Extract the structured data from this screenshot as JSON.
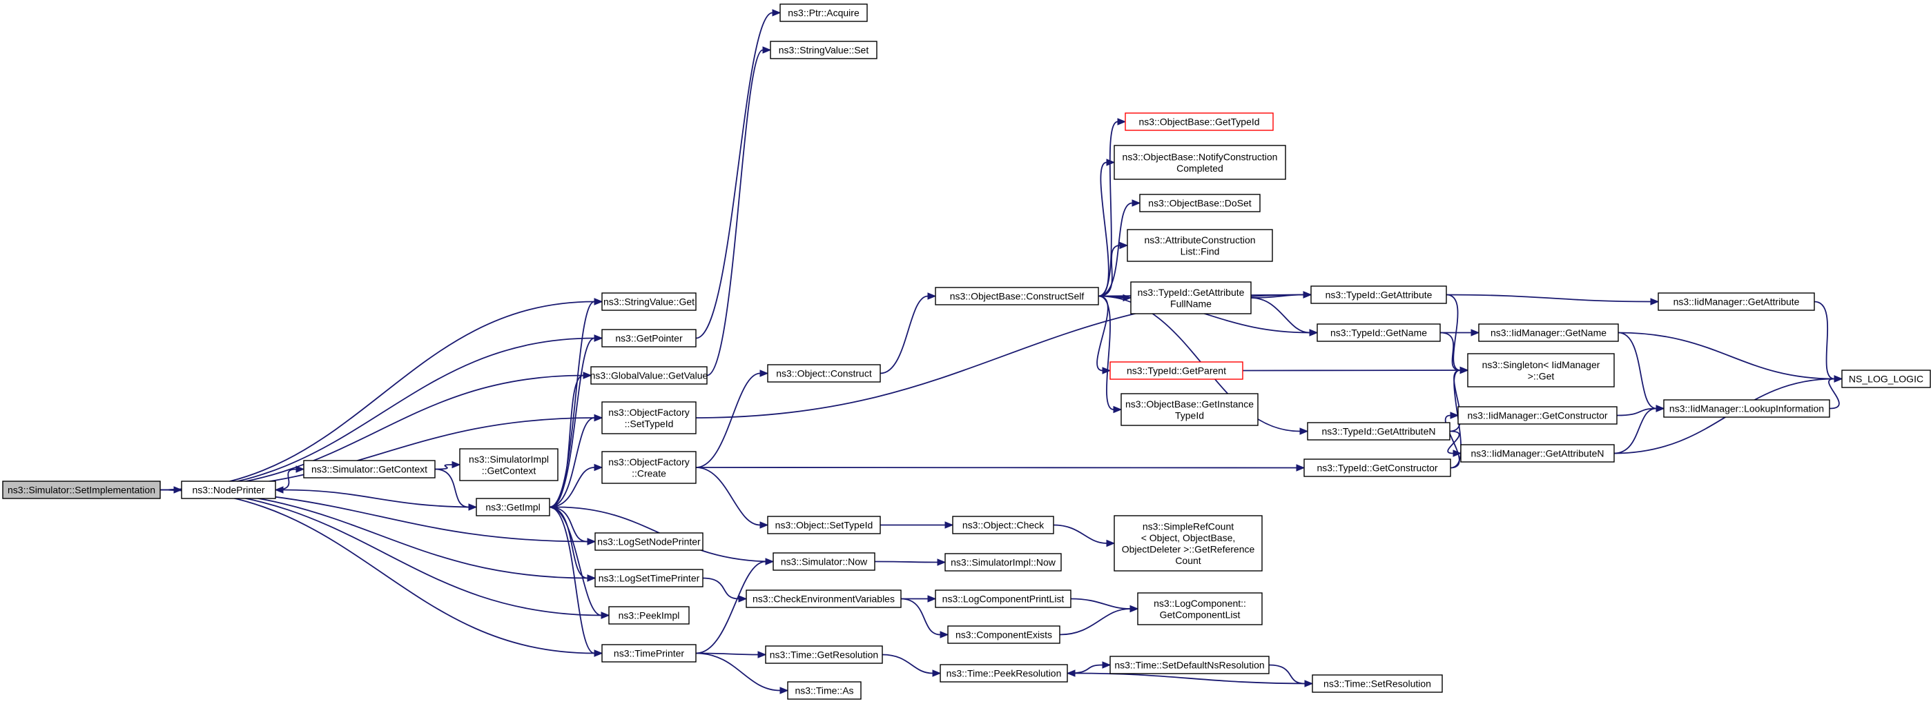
{
  "graph": {
    "edge_color": "#191970",
    "nodes": [
      {
        "id": "root",
        "lines": [
          "ns3::Simulator::SetImplementation"
        ],
        "style": "root"
      },
      {
        "id": "nodeprinter",
        "lines": [
          "ns3::NodePrinter"
        ]
      },
      {
        "id": "sv_get",
        "lines": [
          "ns3::StringValue::Get"
        ]
      },
      {
        "id": "getpointer",
        "lines": [
          "ns3::GetPointer"
        ]
      },
      {
        "id": "gv_getvalue",
        "lines": [
          "ns3::GlobalValue::GetValue"
        ]
      },
      {
        "id": "of_settypeid",
        "lines": [
          "ns3::ObjectFactory",
          "::SetTypeId"
        ]
      },
      {
        "id": "sim_getcontext",
        "lines": [
          "ns3::Simulator::GetContext"
        ]
      },
      {
        "id": "simimpl_getcontext",
        "lines": [
          "ns3::SimulatorImpl",
          "::GetContext"
        ]
      },
      {
        "id": "getimpl",
        "lines": [
          "ns3::GetImpl"
        ]
      },
      {
        "id": "of_create",
        "lines": [
          "ns3::ObjectFactory",
          "::Create"
        ]
      },
      {
        "id": "logsetnodeprinter",
        "lines": [
          "ns3::LogSetNodePrinter"
        ]
      },
      {
        "id": "logsettimeprinter",
        "lines": [
          "ns3::LogSetTimePrinter"
        ]
      },
      {
        "id": "peekimpl",
        "lines": [
          "ns3::PeekImpl"
        ]
      },
      {
        "id": "timeprinter",
        "lines": [
          "ns3::TimePrinter"
        ]
      },
      {
        "id": "ptr_acquire",
        "lines": [
          "ns3::Ptr::Acquire"
        ]
      },
      {
        "id": "sv_set",
        "lines": [
          "ns3::StringValue::Set"
        ]
      },
      {
        "id": "obj_construct",
        "lines": [
          "ns3::Object::Construct"
        ]
      },
      {
        "id": "obj_settypeid",
        "lines": [
          "ns3::Object::SetTypeId"
        ]
      },
      {
        "id": "sim_now",
        "lines": [
          "ns3::Simulator::Now"
        ]
      },
      {
        "id": "checkenv",
        "lines": [
          "ns3::CheckEnvironmentVariables"
        ]
      },
      {
        "id": "time_getres",
        "lines": [
          "ns3::Time::GetResolution"
        ]
      },
      {
        "id": "time_as",
        "lines": [
          "ns3::Time::As"
        ]
      },
      {
        "id": "ob_constructself",
        "lines": [
          "ns3::ObjectBase::ConstructSelf"
        ]
      },
      {
        "id": "obj_check",
        "lines": [
          "ns3::Object::Check"
        ]
      },
      {
        "id": "simimpl_now",
        "lines": [
          "ns3::SimulatorImpl::Now"
        ]
      },
      {
        "id": "logcompprintlist",
        "lines": [
          "ns3::LogComponentPrintList"
        ]
      },
      {
        "id": "componentexists",
        "lines": [
          "ns3::ComponentExists"
        ]
      },
      {
        "id": "time_peekres",
        "lines": [
          "ns3::Time::PeekResolution"
        ]
      },
      {
        "id": "ob_gettypeid",
        "lines": [
          "ns3::ObjectBase::GetTypeId"
        ],
        "style": "red"
      },
      {
        "id": "ob_notify",
        "lines": [
          "ns3::ObjectBase::NotifyConstruction",
          "Completed"
        ]
      },
      {
        "id": "ob_doset",
        "lines": [
          "ns3::ObjectBase::DoSet"
        ]
      },
      {
        "id": "attrconstr_find",
        "lines": [
          "ns3::AttributeConstruction",
          "List::Find"
        ]
      },
      {
        "id": "tid_getattrfullname",
        "lines": [
          "ns3::TypeId::GetAttribute",
          "FullName"
        ]
      },
      {
        "id": "tid_getparent",
        "lines": [
          "ns3::TypeId::GetParent"
        ],
        "style": "red"
      },
      {
        "id": "ob_getinstancetypeid",
        "lines": [
          "ns3::ObjectBase::GetInstance",
          "TypeId"
        ]
      },
      {
        "id": "simplerefcount",
        "lines": [
          "ns3::SimpleRefCount",
          "< Object, ObjectBase,",
          "ObjectDeleter >::GetReference",
          "Count"
        ]
      },
      {
        "id": "logcomp_getlist",
        "lines": [
          "ns3::LogComponent::",
          "GetComponentList"
        ]
      },
      {
        "id": "time_setdefaultns",
        "lines": [
          "ns3::Time::SetDefaultNsResolution"
        ]
      },
      {
        "id": "tid_getattribute",
        "lines": [
          "ns3::TypeId::GetAttribute"
        ]
      },
      {
        "id": "tid_getname",
        "lines": [
          "ns3::TypeId::GetName"
        ]
      },
      {
        "id": "tid_getattributen",
        "lines": [
          "ns3::TypeId::GetAttributeN"
        ]
      },
      {
        "id": "tid_getconstructor",
        "lines": [
          "ns3::TypeId::GetConstructor"
        ]
      },
      {
        "id": "time_setres",
        "lines": [
          "ns3::Time::SetResolution"
        ]
      },
      {
        "id": "singleton_get",
        "lines": [
          "ns3::Singleton< IidManager",
          ">::Get"
        ]
      },
      {
        "id": "iid_getattribute",
        "lines": [
          "ns3::IidManager::GetAttribute"
        ]
      },
      {
        "id": "iid_getname",
        "lines": [
          "ns3::IidManager::GetName"
        ]
      },
      {
        "id": "iid_getconstructor",
        "lines": [
          "ns3::IidManager::GetConstructor"
        ]
      },
      {
        "id": "iid_getattributen",
        "lines": [
          "ns3::IidManager::GetAttributeN"
        ]
      },
      {
        "id": "iid_lookupinfo",
        "lines": [
          "ns3::IidManager::LookupInformation"
        ]
      },
      {
        "id": "ns_log_logic",
        "lines": [
          "NS_LOG_LOGIC"
        ]
      }
    ]
  }
}
